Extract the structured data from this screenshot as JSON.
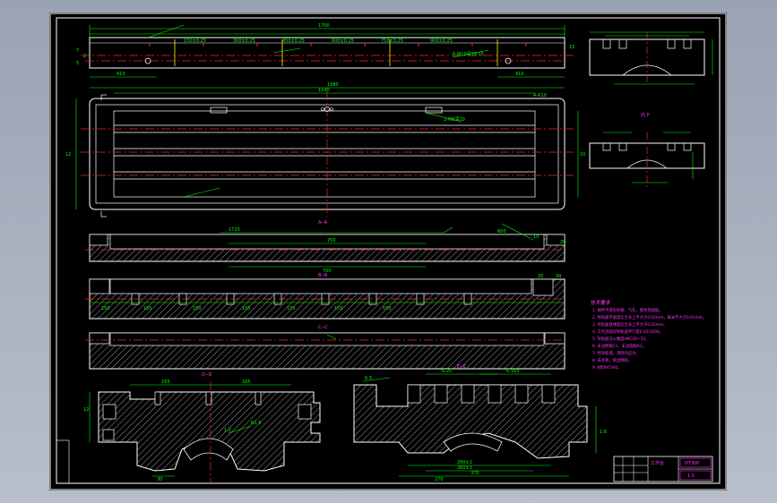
{
  "colors": {
    "background": "#000000",
    "frame": "#ffffff",
    "dimension": "#00ff00",
    "centerline": "#ff2020",
    "notes": "#ff33ff",
    "hidden": "#ffff00",
    "viewport": "#a7afbd"
  },
  "views": {
    "section_aa": "A--A",
    "section_bb": "B--B",
    "section_cc": "C--C",
    "section_dd": "D--D",
    "section_ee": "E--E",
    "view_p": "向 P"
  },
  "top_view": {
    "dims": [
      "1700",
      "150±0.25",
      "300±0.25",
      "450±0.25",
      "600±0.25",
      "750±0.25",
      "900±0.25",
      "6-M10深18 15",
      "410",
      "410",
      "2",
      "7",
      "5",
      "15"
    ]
  },
  "plan_view": {
    "dims": [
      "1880",
      "1540",
      "2-M8深10",
      "4-R10",
      "12",
      "10"
    ]
  },
  "section_aa_dims": [
    "1720",
    "750",
    "700",
    "600",
    "10",
    "20"
  ],
  "section_bb_dims": [
    "150",
    "165",
    "150",
    "155",
    "155",
    "155",
    "150",
    "20",
    "34"
  ],
  "section_dd_dims": [
    "165",
    "165",
    "30",
    "12",
    "1.2",
    "R1.5"
  ],
  "section_ee_dims": [
    "6-25",
    "6-160",
    "280±1",
    "260±1",
    "370",
    "270",
    "6.3",
    "1.6"
  ],
  "notes": {
    "title": "技术要求",
    "lines": [
      "1. 铸件不得有砂眼、气孔、裂纹等缺陷。",
      "2. 导轨面平面度在全长上不大于0.02mm，每米不大于0.01mm。",
      "3. 导轨面直线度在全长上不大于0.02mm。",
      "4. 工作台面对导轨面平行度0.02/1000。",
      "5. 导轨面淬火硬度HRC50~55。",
      "6. 未注倒角C1，未注圆角R3。",
      "7. 时效处理，消除内应力。",
      "8. 去毛刺，锐边倒钝。",
      "9. 材料HT300。"
    ]
  },
  "title_block": {
    "part_name": "工作台",
    "material": "HT300",
    "scale": "1:5"
  }
}
